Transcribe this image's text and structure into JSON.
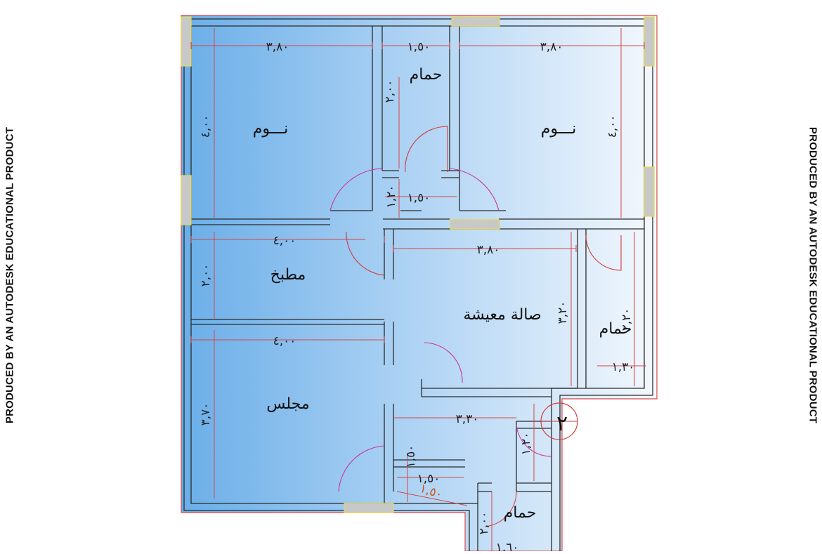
{
  "watermark": {
    "left": "PRODUCED BY AN AUTODESK EDUCATIONAL PRODUCT",
    "right": "PRODUCED BY AN AUTODESK EDUCATIONAL PRODUCT"
  },
  "rooms": {
    "bedroom_left": "نـــوم",
    "bedroom_right": "نـــوم",
    "bath_top": "حمام",
    "kitchen": "مطبخ",
    "living": "صالة معيشة",
    "bath_right": "حمام",
    "majlis": "مجلس",
    "bath_bottom": "حمام"
  },
  "dimensions": {
    "bed_left_w": "٣,٨٠",
    "bath_top_w": "١,٥٠",
    "bed_right_w": "٣,٨٠",
    "bath_top_h": "٢,٠٠",
    "bed_left_h": "٤,٠٠",
    "bed_right_h": "٤,٠٠",
    "corridor_w": "١,٥٠",
    "corridor_h": "١,٢٠",
    "kitchen_w": "٤,٠٠",
    "living_w": "٣,٨٠",
    "kitchen_h": "٢,٠٠",
    "living_h": "٣,٢٠",
    "bath_right_h": "٢,٢٠",
    "majlis_w": "٤,٠٠",
    "bath_right_w": "١,٣٠",
    "entry_w": "٣,٣٠",
    "majlis_h": "٣,٧٠",
    "entry_h": "١,٢٠",
    "stair_h": "١,٥٠",
    "stair_w": "١,٥٠",
    "stair_diag": "١,٥٠",
    "bath_bottom_h": "٢,٠٠",
    "bath_bottom_w": "١,٦٠"
  },
  "marker": "٢"
}
